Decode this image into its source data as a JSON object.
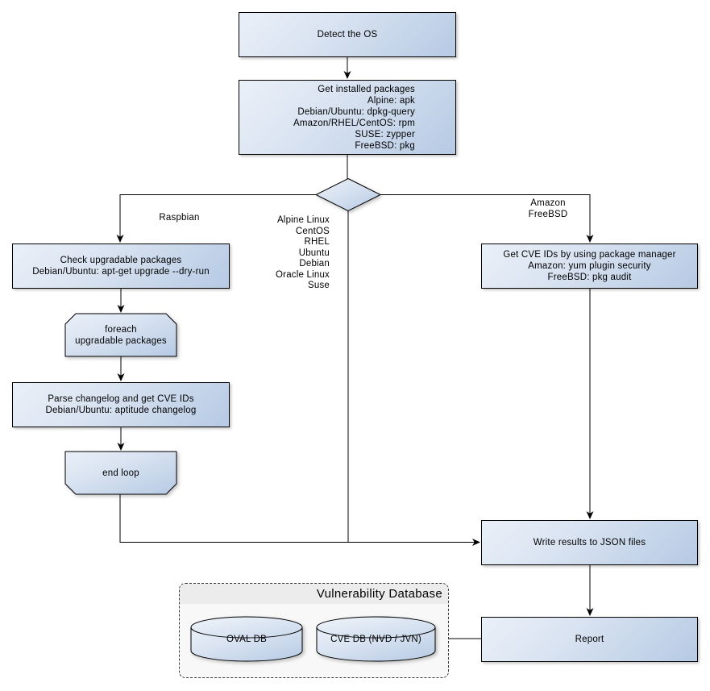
{
  "nodes": {
    "detect_os": {
      "label": "Detect the OS"
    },
    "get_installed_packages": {
      "label": "Get installed packages\nAlpine: apk\nDebian/Ubuntu: dpkg-query\nAmazon/RHEL/CentOS: rpm\nSUSE: zypper\nFreeBSD: pkg"
    },
    "check_upgradable": {
      "label": "Check upgradable packages\nDebian/Ubuntu: apt-get upgrade --dry-run"
    },
    "foreach_loop": {
      "label": "foreach\nupgradable  packages"
    },
    "parse_changelog": {
      "label": "Parse changelog and get  CVE IDs\nDebian/Ubuntu: aptitude changelog"
    },
    "end_loop": {
      "label": "end loop"
    },
    "get_cve_ids": {
      "label": "Get CVE IDs by using package manager\nAmazon: yum plugin security\nFreeBSD: pkg audit"
    },
    "write_results": {
      "label": "Write results to JSON files"
    },
    "report": {
      "label": "Report"
    }
  },
  "edge_labels": {
    "raspbian": "Raspbian",
    "os_list": "Alpine Linux\nCentOS\nRHEL\nUbuntu\nDebian\nOracle Linux\nSuse",
    "amazon_freebsd": "Amazon\nFreeBSD"
  },
  "database": {
    "title": "Vulnerability Database",
    "cylinders": [
      {
        "label": "OVAL DB"
      },
      {
        "label": "CVE DB (NVD / JVN)"
      }
    ]
  },
  "colors": {
    "node_fill_light": "#eaf0f8",
    "node_fill_dark": "#b6cae4",
    "node_border": "#000000",
    "connector": "#000000",
    "container_bg": "#f8f8f8",
    "container_titlebar_bg": "#ececec"
  }
}
